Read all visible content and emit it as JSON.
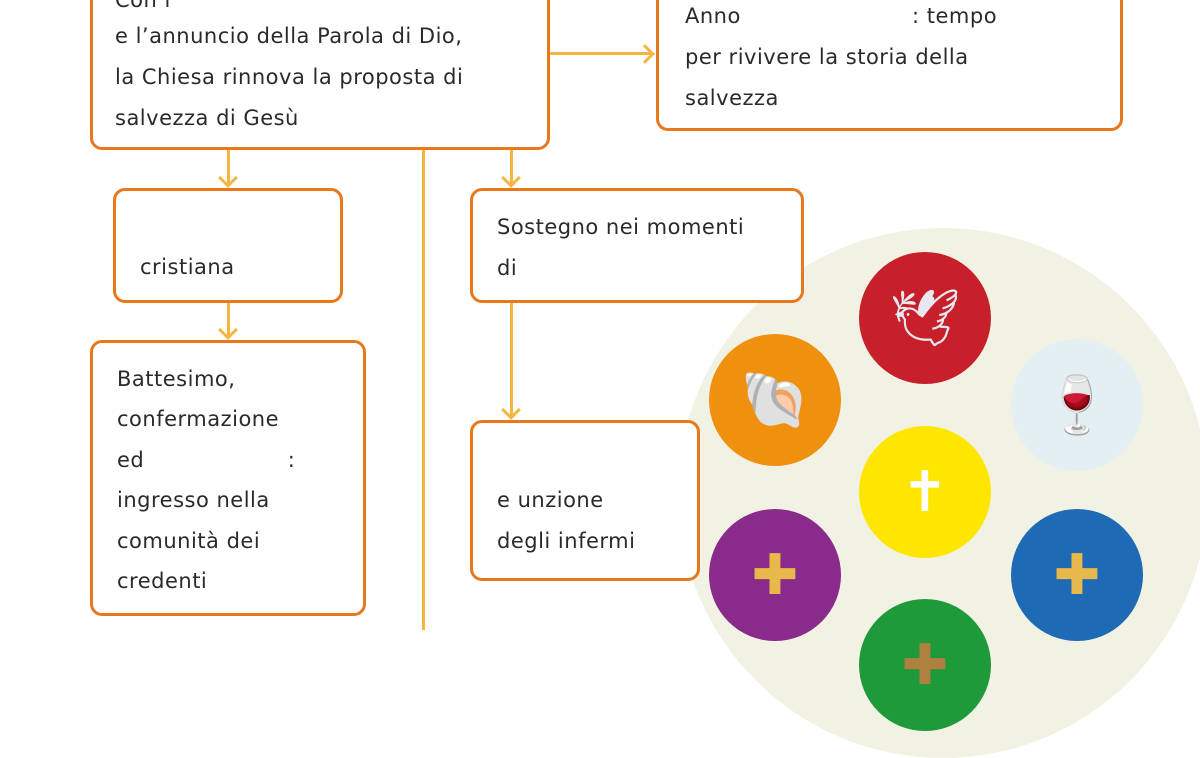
{
  "box_main": {
    "lines": [
      "Con i",
      "e l’annuncio della Parola di Dio,",
      "la Chiesa rinnova la proposta di",
      "salvezza di Gesù"
    ]
  },
  "box_anno": {
    "lines": [
      "Anno",
      "             : tempo",
      "per rivivere la storia della",
      "salvezza"
    ]
  },
  "box_cristiana": {
    "lines": [
      "cristiana"
    ]
  },
  "box_battesimo": {
    "lines": [
      "Battesimo,",
      "confermazione",
      "ed                    :",
      "ingresso nella",
      "comunità dei",
      "credenti"
    ]
  },
  "box_sostegno": {
    "lines": [
      "Sostegno nei momenti",
      "di"
    ]
  },
  "box_unzione": {
    "lines": [
      "e unzione",
      "degli infermi"
    ]
  },
  "colors": {
    "border": "#e8781c",
    "connector": "#f5b641",
    "bg_circle": "#f2f2e4"
  },
  "sacraments": [
    {
      "name": "confirmation-dove-icon",
      "color": "#c8202a"
    },
    {
      "name": "baptism-shell-icon",
      "color": "#f0900f"
    },
    {
      "name": "eucharist-chalice-icon",
      "color": "#e3eff2"
    },
    {
      "name": "matrimony-cross-candle-icon",
      "color": "#ffe600"
    },
    {
      "name": "penance-hand-icon",
      "color": "#8a2a8a"
    },
    {
      "name": "holy-orders-book-chalice-icon",
      "color": "#1e6ab4"
    },
    {
      "name": "anointing-icon",
      "color": "#1f9a3a"
    }
  ]
}
